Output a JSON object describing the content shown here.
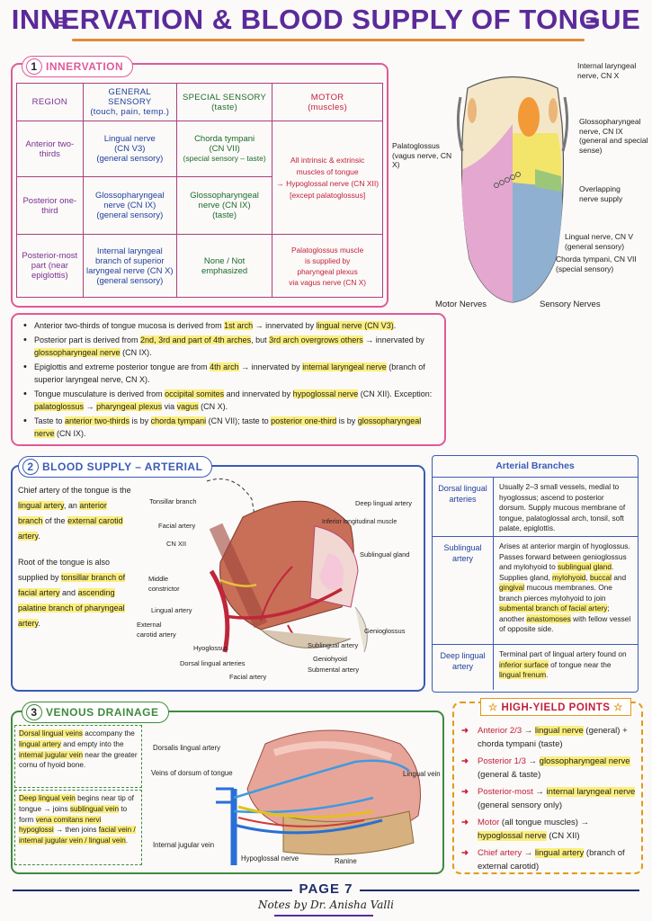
{
  "page": {
    "title": "INNERVATION & BLOOD SUPPLY OF TONGUE",
    "page_label": "PAGE 7",
    "author": "Notes by Dr. Anisha Valli"
  },
  "colors": {
    "title": "#5b2a9a",
    "innervation": "#e05a9a",
    "arterial": "#3a5bb5",
    "venous": "#3f8a3f",
    "highyield": "#e39a1a",
    "accent_red": "#c41e3a",
    "highlight": "#fbee7c"
  },
  "innervation": {
    "num": "1",
    "heading": "INNERVATION",
    "table": {
      "headers": [
        {
          "main": "REGION",
          "sub": ""
        },
        {
          "main": "GENERAL SENSORY",
          "sub": "(touch, pain, temp.)"
        },
        {
          "main": "SPECIAL SENSORY",
          "sub": "(taste)"
        },
        {
          "main": "MOTOR",
          "sub": "(muscles)"
        }
      ],
      "rows": [
        {
          "region": "Anterior two-thirds",
          "general": "Lingual nerve",
          "general2": "(CN V3)",
          "general3": "(general sensory)",
          "special": "Chorda tympani",
          "special2": "(CN VII)",
          "special3": "(special sensory – taste)"
        },
        {
          "region": "Posterior one-third",
          "general": "Glossopharyngeal",
          "general2": "nerve (CN IX)",
          "general3": "(general sensory)",
          "special": "Glossopharyngeal",
          "special2": "nerve (CN IX)",
          "special3": "(taste)"
        },
        {
          "region": "Posterior-most part (near epiglottis)",
          "general": "Internal laryngeal",
          "general2": "branch of superior laryngeal nerve (CN X)",
          "general3": "(general sensory)",
          "special": "None / Not",
          "special2": "emphasized",
          "special3": ""
        }
      ],
      "motor_main": [
        "All intrinsic & extrinsic",
        "muscles of tongue",
        "→ Hypoglossal nerve (CN XII)",
        "[except palatoglossus]"
      ],
      "motor_last": [
        "Palatoglossus muscle",
        "is supplied by",
        "pharyngeal plexus",
        "via vagus nerve (CN X)"
      ]
    },
    "bullets": [
      {
        "p1": "Anterior two-thirds of tongue mucosa is derived from ",
        "h1": "1st arch",
        "p2": " → innervated by ",
        "h2": "lingual nerve (CN V3)",
        "p3": "."
      },
      {
        "p1": "Posterior part is derived from ",
        "h1": "2nd, 3rd and part of 4th arches",
        "p2": ", but ",
        "h2": "3rd arch overgrows others",
        "p3": " → innervated by ",
        "h3": "glossopharyngeal nerve",
        "p4": " (CN IX)."
      },
      {
        "p1": "Epiglottis and extreme posterior tongue are from ",
        "h1": "4th arch",
        "p2": " → innervated by ",
        "h2": "internal laryngeal nerve",
        "p3": " (branch of superior laryngeal nerve, CN X)."
      },
      {
        "p1": "Tongue musculature is derived from ",
        "h1": "occipital somites",
        "p2": " and innervated by ",
        "h2": "hypoglossal nerve",
        "p3": " (CN XII). Exception: ",
        "h3": "palatoglossus",
        "p4": " → ",
        "h4": "pharyngeal plexus",
        "p5": " via ",
        "h5": "vagus",
        "p6": " (CN X)."
      },
      {
        "p1": "Taste to ",
        "h1": "anterior two-thirds",
        "p2": " is by ",
        "h2": "chorda tympani",
        "p3": " (CN VII); taste to ",
        "h3": "posterior one-third",
        "p4": " is by ",
        "h5": "glossopharyngeal nerve",
        "p5": " (CN IX)."
      }
    ],
    "diagram_labels": {
      "internal_laryngeal": "Internal laryngeal nerve, CN X",
      "glossopharyngeal": "Glossopharyngeal nerve, CN IX (general and special sense)",
      "palatoglossus": "Palatoglossus (vagus nerve, CN X)",
      "overlapping": "Overlapping nerve supply",
      "lingual": "Lingual nerve, CN V (general sensory)",
      "chorda": "Chorda tympani, CN VII (special sensory)",
      "motor": "Motor Nerves",
      "sensory": "Sensory Nerves"
    }
  },
  "arterial": {
    "num": "2",
    "heading": "BLOOD SUPPLY – ARTERIAL",
    "text1": {
      "p1": "Chief artery of the tongue is the ",
      "h1": "lingual artery",
      "p2": ", an ",
      "h2": "anterior branch",
      "p3": " of the ",
      "h3": "external carotid artery",
      "p4": "."
    },
    "text2": {
      "p1": "Root of the tongue is also supplied by ",
      "h1": "tonsillar branch of facial artery",
      "p2": " and ",
      "h3": "ascending palatine branch of pharyngeal artery",
      "p3": "."
    },
    "diagram_labels": [
      "Tonsillar branch",
      "Facial artery",
      "CN XII",
      "Middle constrictor",
      "Lingual artery",
      "External carotid artery",
      "Hyoglossus",
      "Dorsal lingual arteries",
      "Facial artery",
      "Deep lingual artery",
      "Inferior longitudinal muscle",
      "Sublingual gland",
      "Genioglossus",
      "Sublingual artery",
      "Geniohyoid",
      "Submental artery"
    ],
    "branches": {
      "heading": "Arterial Branches",
      "rows": [
        {
          "name": "Dorsal lingual arteries",
          "desc": "Usually 2–3 small vessels, medial to hyoglossus; ascend to posterior dorsum. Supply mucous membrane of tongue, palatoglossal arch, tonsil, soft palate, epiglottis."
        },
        {
          "name": "Sublingual artery",
          "d1": "Arises at anterior margin of hyoglossus. Passes forward between genioglossus and mylohyoid to ",
          "h1": "sublingual gland",
          "d2": ". Supplies gland, ",
          "h2": "mylohyoid",
          "d3": ", ",
          "h3": "buccal",
          "d4": " and ",
          "h4": "gingival",
          "d5": " mucous membranes. One branch pierces mylohyoid to join ",
          "h5": "submental branch of facial artery",
          "d6": "; another ",
          "h6": "anastomoses",
          "d7": " with fellow vessel of opposite side."
        },
        {
          "name": "Deep lingual artery",
          "d1": "Terminal part of lingual artery found on ",
          "h1": "inferior surface",
          "d2": " of tongue near the ",
          "h2": "lingual frenum",
          "d3": "."
        }
      ]
    }
  },
  "venous": {
    "num": "3",
    "heading": "VENOUS DRAINAGE",
    "box1": {
      "h1": "Dorsal lingual veins",
      "p1": " accompany the ",
      "h2": "lingual artery",
      "p2": " and empty into the ",
      "h3": "internal jugular vein",
      "p3": " near the greater cornu of hyoid bone."
    },
    "box2": {
      "h1": "Deep lingual vein",
      "p1": " begins near tip of tongue → joins ",
      "h2": "sublingual vein",
      "p2": " to form ",
      "h3": "vena comitans nervi hypoglossi",
      "p3": " → then joins ",
      "h4": "facial vein / internal jugular vein / lingual vein",
      "p4": "."
    },
    "diagram_labels": [
      "Dorsalis lingual artery",
      "Veins of dorsum of tongue",
      "Internal jugular vein",
      "Hypoglossal nerve",
      "Ranine",
      "Lingual vein"
    ]
  },
  "high_yield": {
    "heading": "HIGH-YIELD POINTS",
    "items": [
      {
        "a": "Anterior 2/3",
        "b": " → ",
        "c": "lingual nerve",
        "d": " (general) + chorda tympani (taste)"
      },
      {
        "a": "Posterior 1/3",
        "b": " → ",
        "c": "glossopharyngeal nerve",
        "d": " (general & taste)"
      },
      {
        "a": "Posterior-most",
        "b": " → ",
        "c": "internal laryngeal nerve",
        "d": " (general sensory only)"
      },
      {
        "a": "Motor",
        "b": " (all tongue muscles) → ",
        "c": "hypoglossal nerve",
        "d": " (CN XII)"
      },
      {
        "a": "Chief artery",
        "b": " → ",
        "c": "lingual artery",
        "d": " (branch of external carotid)"
      }
    ]
  }
}
